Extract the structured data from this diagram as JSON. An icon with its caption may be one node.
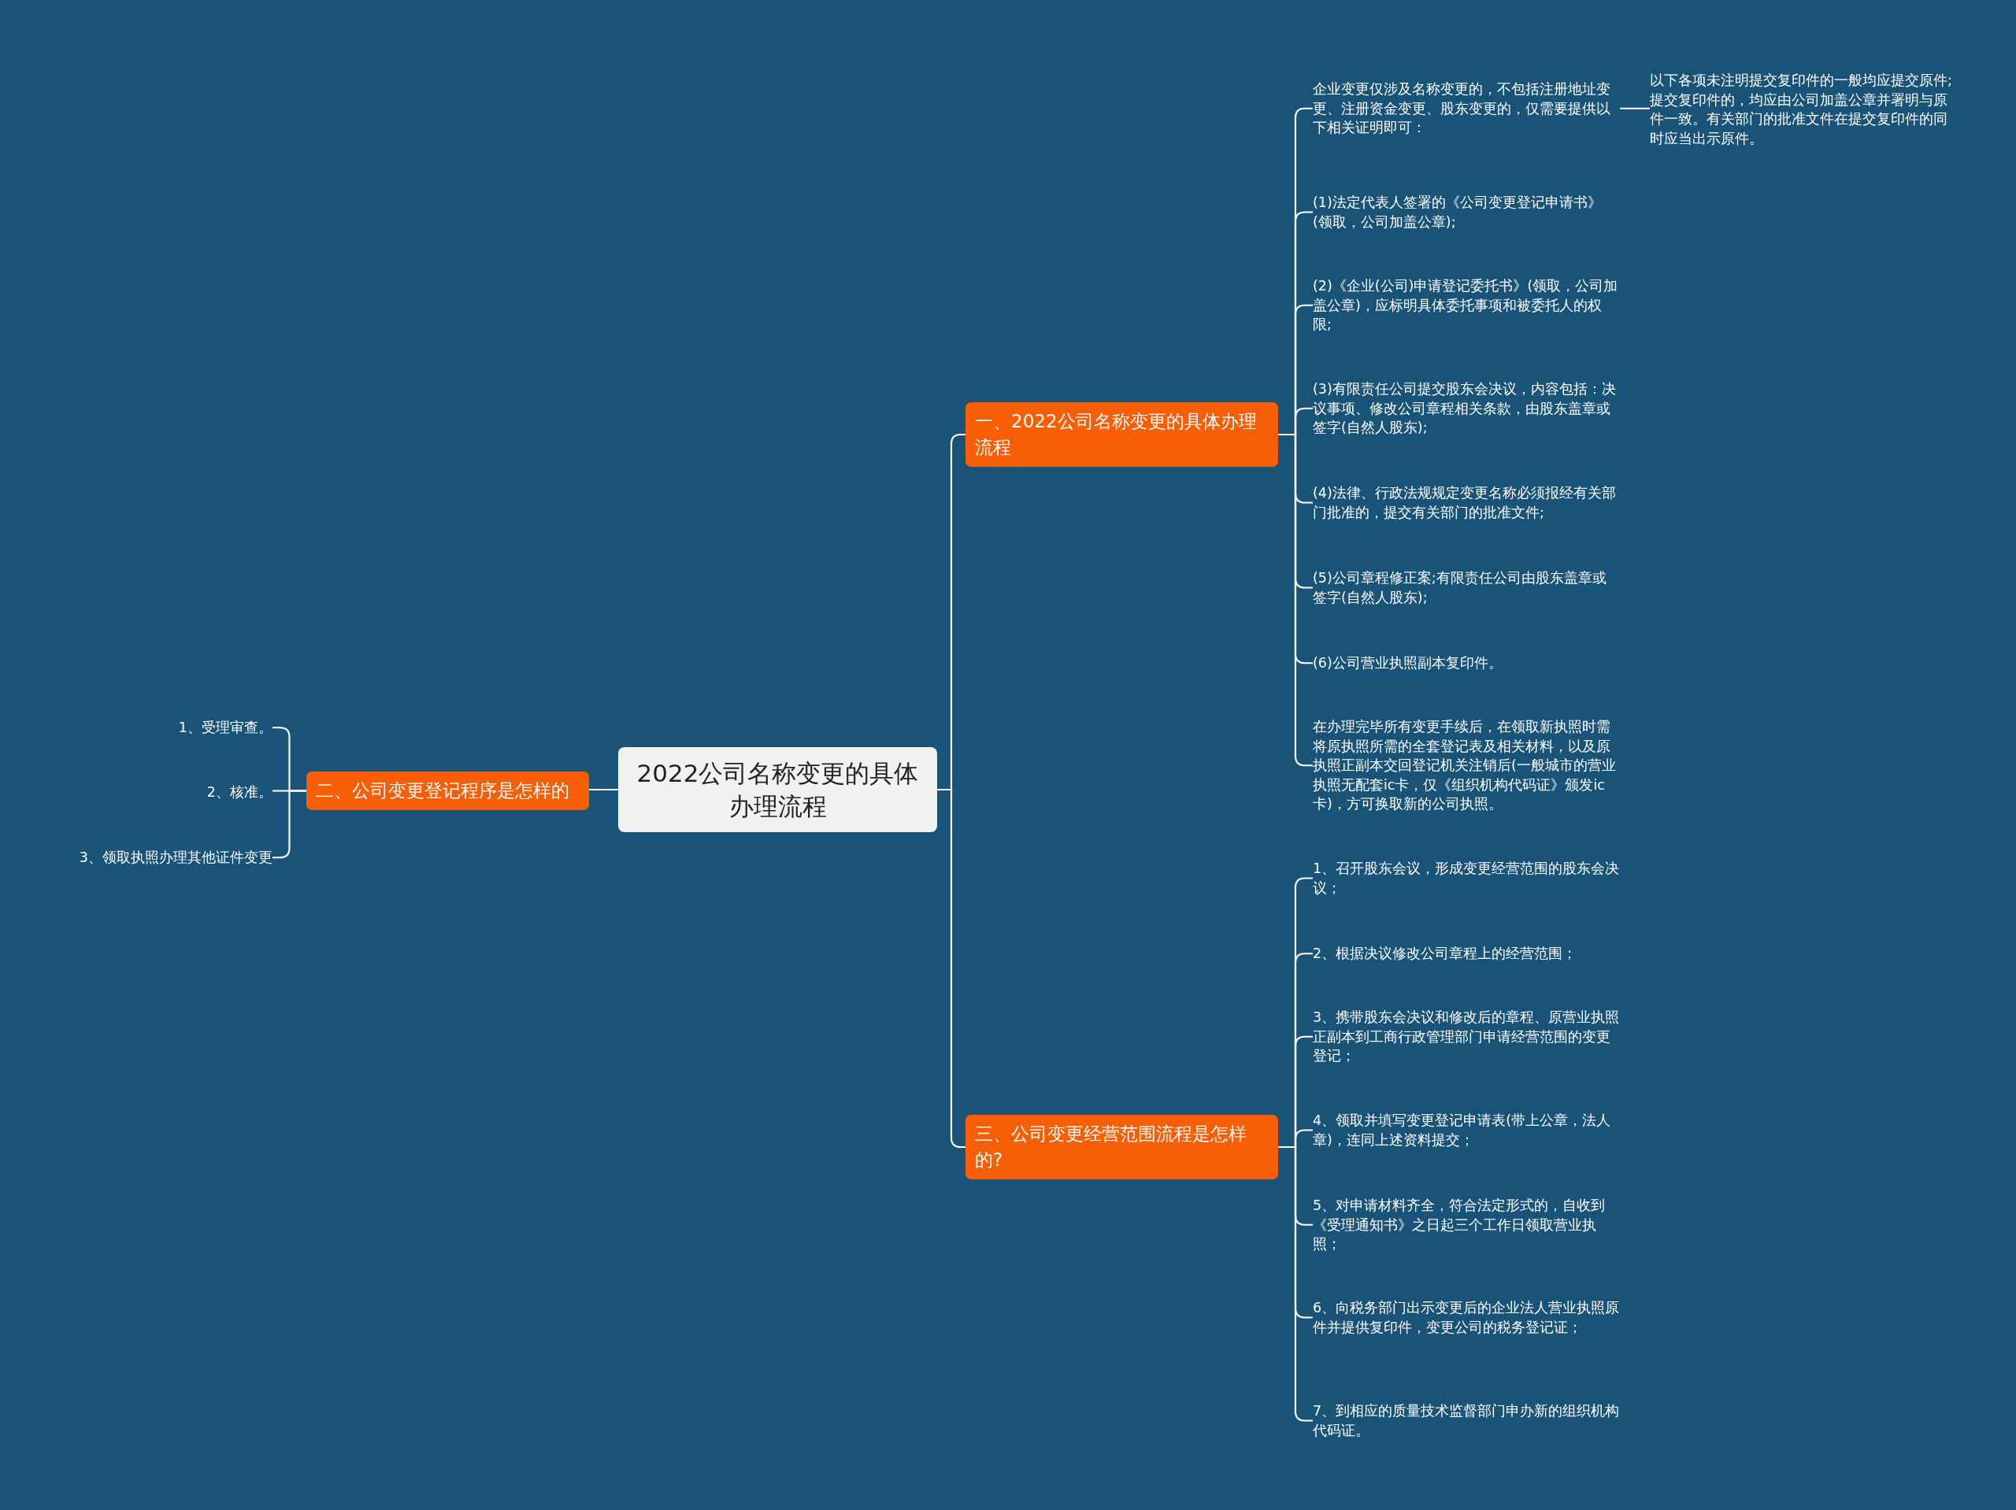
{
  "diagram": {
    "nodes": [
      {
        "text": [
          "2022公司名称变更的具体办理流程"
        ]
      },
      {
        "text": [
          "一、2022公司名称变更的具体办理流程"
        ]
      },
      {
        "text": [
          "二、公司变更登记程序是怎样的"
        ]
      },
      {
        "text": [
          "三、公司变更经营范围流程是怎样的?"
        ]
      },
      {
        "text": [
          "企业变更仅涉及名称变更的，不包括注册地址变更、注册资金变更、股东变更的，仅需要提供以下相关证明即可："
        ]
      },
      {
        "text": [
          "以下各项未注明提交复印件的一般均应提交原件;提交复印件的，均应由公司加盖公章并署明与原件一致。有关部门的批准文件在提交复印件的同时应当出示原件。"
        ]
      },
      {
        "text": [
          "(1)法定代表人签署的《公司变更登记申请书》(领取，公司加盖公章);"
        ]
      },
      {
        "text": [
          "(2)《企业(公司)申请登记委托书》(领取，公司加盖公章)，应标明具体委托事项和被委托人的权限;"
        ]
      },
      {
        "text": [
          "(3)有限责任公司提交股东会决议，内容包括：决议事项、修改公司章程相关条款，由股东盖章或签字(自然人股东);"
        ]
      },
      {
        "text": [
          "(4)法律、行政法规规定变更名称必须报经有关部门批准的，提交有关部门的批准文件;"
        ]
      },
      {
        "text": [
          "(5)公司章程修正案;有限责任公司由股东盖章或签字(自然人股东);"
        ]
      },
      {
        "text": [
          "(6)公司营业执照副本复印件。"
        ]
      },
      {
        "text": [
          "在办理完毕所有变更手续后，在领取新执照时需将原执照所需的全套登记表及相关材料，以及原执照正副本交回登记机关注销后(一般城市的营业执照无配套ic卡，仅《组织机构代码证》颁发ic卡)，方可换取新的公司执照。"
        ]
      },
      {
        "text": [
          "1、召开股东会议，形成变更经营范围的股东会决议；"
        ]
      },
      {
        "text": [
          "2、根据决议修改公司章程上的经营范围；"
        ]
      },
      {
        "text": [
          "3、携带股东会决议和修改后的章程、原营业执照正副本到工商行政管理部门申请经营范围的变更登记；"
        ]
      },
      {
        "text": [
          "4、领取并填写变更登记申请表(带上公章，法人章)，连同上述资料提交；"
        ]
      },
      {
        "text": [
          "5、对申请材料齐全，符合法定形式的，自收到《受理通知书》之日起三个工作日领取营业执照；"
        ]
      },
      {
        "text": [
          "6、向税务部门出示变更后的企业法人营业执照原件并提供复印件，变更公司的税务登记证；"
        ]
      },
      {
        "text": [
          "7、到相应的质量技术监督部门申办新的组织机构代码证。"
        ]
      },
      {
        "text": [
          "1、受理审查。"
        ]
      },
      {
        "text": [
          "2、核准。"
        ]
      },
      {
        "text": [
          "3、领取执照办理其他证件变更"
        ]
      }
    ],
    "edges": [
      {
        "from": 0,
        "to": 1,
        "arrow": "none"
      },
      {
        "from": 0,
        "to": 2,
        "arrow": "none"
      },
      {
        "from": 0,
        "to": 3,
        "arrow": "none"
      },
      {
        "from": 1,
        "to": 4,
        "arrow": "none"
      },
      {
        "from": 4,
        "to": 5,
        "arrow": "none"
      },
      {
        "from": 1,
        "to": 6,
        "arrow": "none"
      },
      {
        "from": 1,
        "to": 7,
        "arrow": "none"
      },
      {
        "from": 1,
        "to": 8,
        "arrow": "none"
      },
      {
        "from": 1,
        "to": 9,
        "arrow": "none"
      },
      {
        "from": 1,
        "to": 10,
        "arrow": "none"
      },
      {
        "from": 1,
        "to": 11,
        "arrow": "none"
      },
      {
        "from": 1,
        "to": 12,
        "arrow": "none"
      },
      {
        "from": 3,
        "to": 13,
        "arrow": "none"
      },
      {
        "from": 3,
        "to": 14,
        "arrow": "none"
      },
      {
        "from": 3,
        "to": 15,
        "arrow": "none"
      },
      {
        "from": 3,
        "to": 16,
        "arrow": "none"
      },
      {
        "from": 3,
        "to": 17,
        "arrow": "none"
      },
      {
        "from": 3,
        "to": 18,
        "arrow": "none"
      },
      {
        "from": 3,
        "to": 19,
        "arrow": "none"
      },
      {
        "from": 2,
        "to": 20,
        "arrow": "none"
      },
      {
        "from": 2,
        "to": 21,
        "arrow": "none"
      },
      {
        "from": 2,
        "to": 22,
        "arrow": "none"
      }
    ]
  }
}
